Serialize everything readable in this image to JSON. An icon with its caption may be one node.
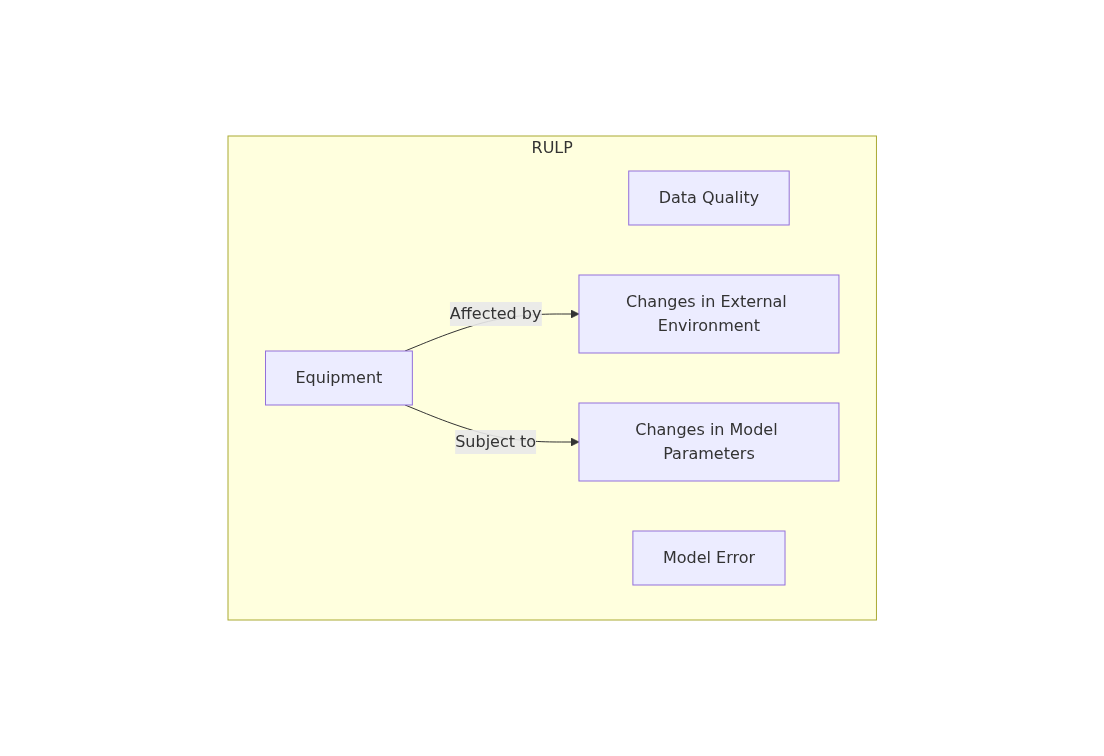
{
  "diagram": {
    "nodes": [
      {
        "text": [
          "RULP"
        ]
      },
      {
        "text": [
          "Data Quality"
        ],
        "in": 0
      },
      {
        "text": [
          "Changes in External Environment"
        ],
        "in": 0
      },
      {
        "text": [
          "Equipment"
        ],
        "in": 0
      },
      {
        "text": [
          "Changes in Model Parameters"
        ],
        "in": 0
      },
      {
        "text": [
          "Model Error"
        ],
        "in": 0
      }
    ],
    "edges": [
      {
        "from": 3,
        "to": 2,
        "arrow": "to",
        "label": "Affected by"
      },
      {
        "from": 3,
        "to": 4,
        "arrow": "to",
        "label": "Subject to"
      }
    ]
  }
}
